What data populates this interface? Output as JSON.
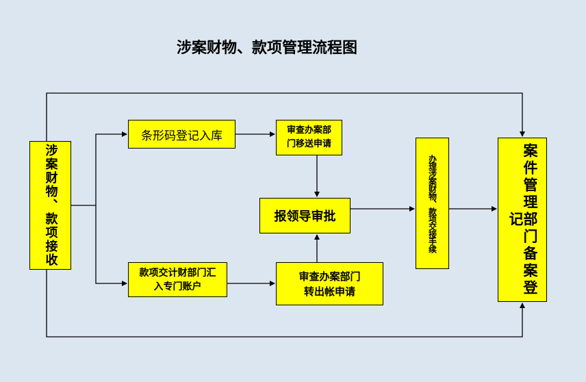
{
  "title": "涉案财物、款项管理流程图",
  "colors": {
    "background": "#dce6f1",
    "box_fill": "#ffff00",
    "line": "#000000"
  },
  "nodes": {
    "receive": "涉案财物、款项接收",
    "barcode_register": "条形码登记入库",
    "review_transfer_line1": "审查办案部",
    "review_transfer_line2": "门移送申请",
    "leader_approval": "报领导审批",
    "fund_deposit_line1": "款项交计财部门汇",
    "fund_deposit_line2": "入专门账户",
    "review_outbound_line1": "审查办案部门",
    "review_outbound_line2": "转出帐申请",
    "handover": "办理涉案财物、款项交接手续",
    "case_register": "案件管理部门备案登记"
  },
  "edges": [
    {
      "from": "receive",
      "to": "barcode_register"
    },
    {
      "from": "receive",
      "to": "fund_deposit"
    },
    {
      "from": "barcode_register",
      "to": "review_transfer"
    },
    {
      "from": "review_transfer",
      "to": "leader_approval"
    },
    {
      "from": "fund_deposit",
      "to": "review_outbound"
    },
    {
      "from": "review_outbound",
      "to": "leader_approval"
    },
    {
      "from": "leader_approval",
      "to": "handover"
    },
    {
      "from": "handover",
      "to": "case_register"
    },
    {
      "from": "receive",
      "to": "case_register",
      "route": "top"
    },
    {
      "from": "receive",
      "to": "case_register",
      "route": "bottom"
    }
  ]
}
